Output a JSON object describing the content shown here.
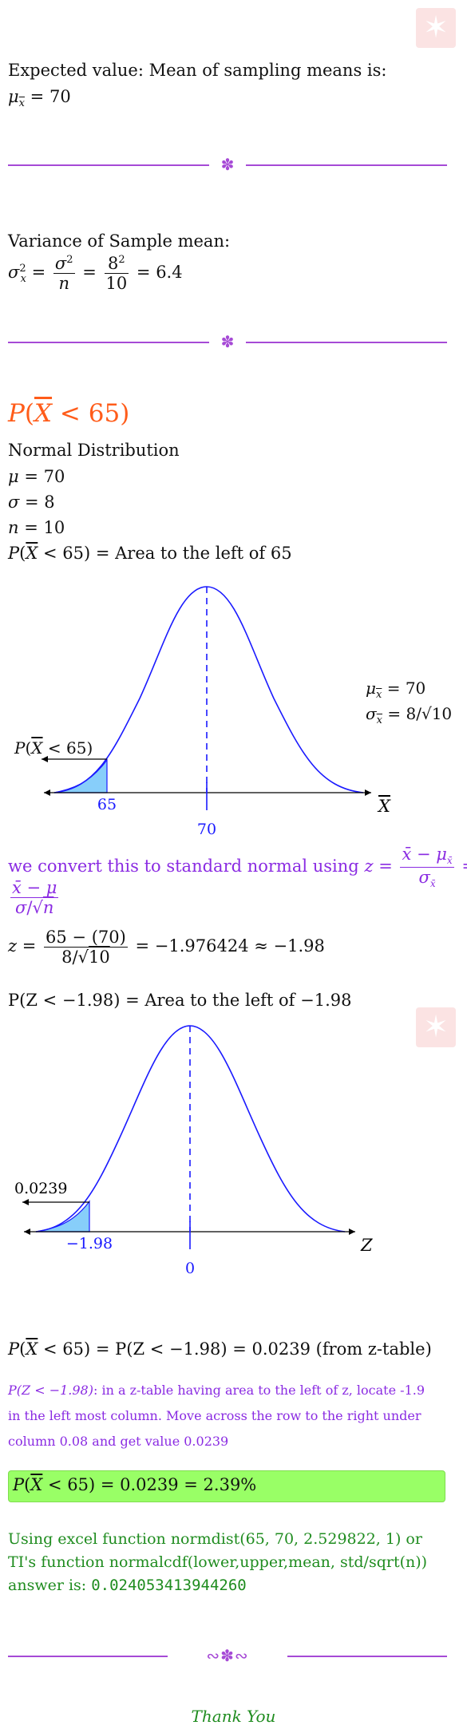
{
  "section1": {
    "expected_label": "Expected value: Mean of sampling means is:",
    "mu_value": "70"
  },
  "section2": {
    "variance_label": "Variance of Sample mean:",
    "num_sigma2": "σ",
    "exp2": "2",
    "den_n": "n",
    "num_82": "8",
    "den_10": "10",
    "result": "6.4"
  },
  "section3": {
    "heading_value": "65",
    "normal_distribution": "Normal Distribution",
    "mu_line_value": "70",
    "sigma_line_value": "8",
    "n_line_value": "10",
    "area_text": "Area to the left of 65"
  },
  "graph1": {
    "label_65": "65",
    "label_70": "70",
    "label_x": "X",
    "mu_value": "70",
    "sigma_value": "8/√10",
    "left_label_value": "65"
  },
  "convert": {
    "text": "we convert this to standard normal using"
  },
  "zcalc": {
    "num": "65 − (70)",
    "den_prefix": "8/",
    "den_root": "10",
    "result": "= −1.976424 ≈ −1.98"
  },
  "zarea": {
    "text": "P(Z < −1.98) = Area to the left of −1.98"
  },
  "graph2": {
    "label_left": "0.0239",
    "label_z": "−1.98",
    "label_0": "0",
    "label_axis": "Z"
  },
  "result_line": {
    "value": "= P(Z < −1.98) = 0.0239 (from z-table)"
  },
  "note": {
    "line1_math": "P(Z < −1.98)",
    "line1_rest": ": in a z-table having area to the left of z, locate -1.9",
    "line2": "in the left most column. Move across the row to the right under",
    "line3": "column 0.08 and get value 0.0239"
  },
  "green_box": {
    "value": "= 0.0239 = 2.39%"
  },
  "excel": {
    "line1": "Using excel function normdist(65, 70, 2.529822, 1) or",
    "line2": "TI's function normalcdf(lower,upper,mean, std/sqrt(n))",
    "line3_prefix": "answer is:",
    "answer": "0.024053413944260"
  },
  "footer": {
    "thank_you": "Thank You"
  },
  "colors": {
    "purple": "#8a2be2",
    "orange": "#ff5c1a",
    "blue_curve": "#1a1aff",
    "shade": "#87cefa",
    "green_box": "#99ff66",
    "green_text": "#1f8c1f"
  }
}
